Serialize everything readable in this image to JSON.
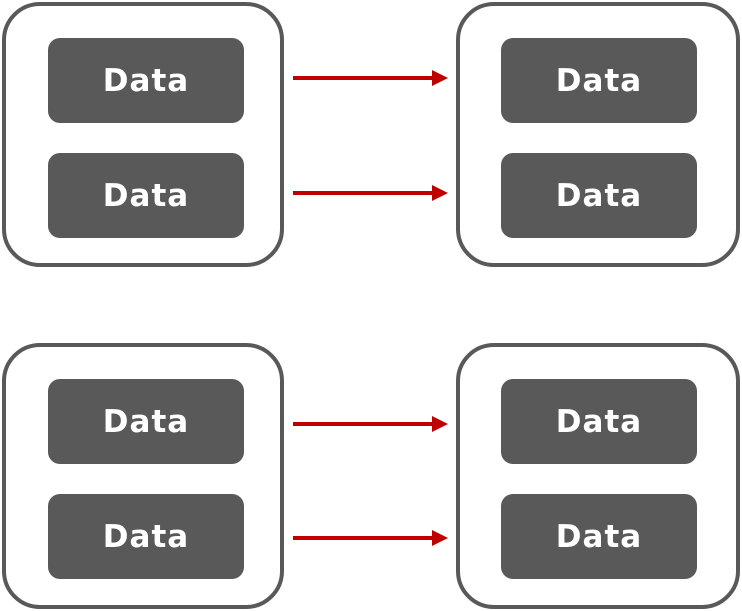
{
  "diagram": {
    "colors": {
      "box_border": "#595959",
      "data_fill": "#595959",
      "data_text": "#ffffff",
      "arrow": "#c00000"
    },
    "groups": [
      {
        "source": {
          "items": [
            "Data",
            "Data"
          ]
        },
        "target": {
          "items": [
            "Data",
            "Data"
          ]
        }
      },
      {
        "source": {
          "items": [
            "Data",
            "Data"
          ]
        },
        "target": {
          "items": [
            "Data",
            "Data"
          ]
        }
      }
    ]
  }
}
